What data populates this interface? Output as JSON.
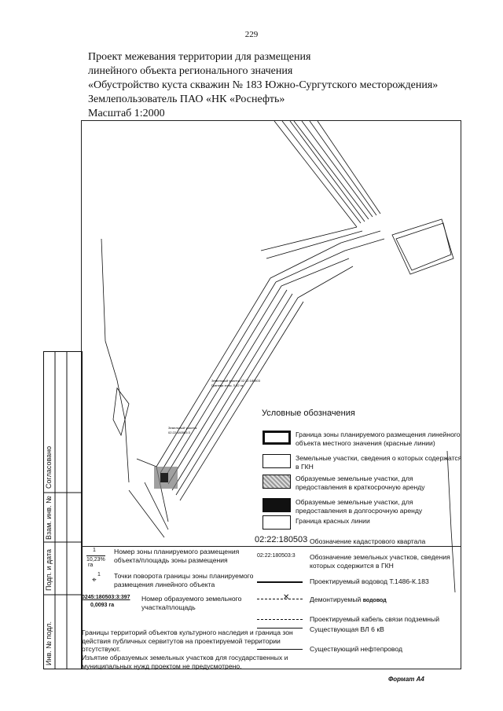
{
  "page_number": "229",
  "title": {
    "line1": "Проект межевания территории для размещения",
    "line2": "линейного объекта регионального значения",
    "line3": "«Обустройство куста скважин № 183 Южно-Сургутского месторождения»",
    "line4": "Землепользователь ПАО «НК «Роснефть»",
    "line5": "Масштаб 1:2000"
  },
  "stamp": {
    "agreed": "Согласовано",
    "inv_replace": "Взам. инв. №",
    "sign_date": "Подп. и дата",
    "inv_orig": "Инв. № подл."
  },
  "legend": {
    "title": "Условные обозначения",
    "items": {
      "zone_boundary": "Граница зоны планируемого размещения линейного объекта местного значения (красные линии)",
      "gkn_parcels": "Земельные участки, сведения о которых содержатся в ГКН",
      "short_term": "Образуемые земельные участки, для предоставления в краткосрочную аренду",
      "long_term": "Образуемые земельные участки, для предоставления в долгосрочную аренду",
      "red_lines": "Граница красных линии",
      "cadastral_quarter_code": "02:22:180503",
      "cadastral_quarter_text": "Обозначение кадастрового квартала",
      "parcel_code_example": "02:22:180503:3",
      "parcel_code_text": "Обозначение земельных участков, сведения которых содержится в ГКН",
      "zone_number_example_num": "1",
      "zone_number_example_area": "10,23%",
      "zone_number_example_unit": "га",
      "zone_number_text": "Номер зоны планируемого размещения объекта/площадь зоны размещения",
      "turn_point_example": "1",
      "turn_point_text": "Точки поворота границы зоны планируемого размещения линейного объекта",
      "parcel_number_example": "0245:180503:3:397",
      "parcel_number_area": "0,0093 га",
      "parcel_number_text": "Номер образуемого земельного участка/площадь",
      "planned_water": "Проектируемый водовод Т.1486-К.183",
      "dismantled_water_prefix": "Демонтируемый",
      "dismantled_water_word": "водовод",
      "planned_cable": "Проектируемый кабель связи подземный",
      "existing_vl": "Существующая ВЛ 6 кВ",
      "existing_oil": "Существующий нефтепровод"
    },
    "notes": [
      "Границы территорий объектов культурного наследия и граница зон действия публичных сервитутов на проектируемой территории отсутствуют.",
      "Изъятие образуемых земельных участков для государственных и муниципальных нужд проектом не предусмотрено."
    ]
  },
  "map_labels": {
    "label_a": "Земельный участок 02:22:180503",
    "label_b": "Граница зоны, 0,52 га",
    "label_c": "Земельный участок",
    "label_d": "02:22:180503:3"
  },
  "format": "Формат А4"
}
